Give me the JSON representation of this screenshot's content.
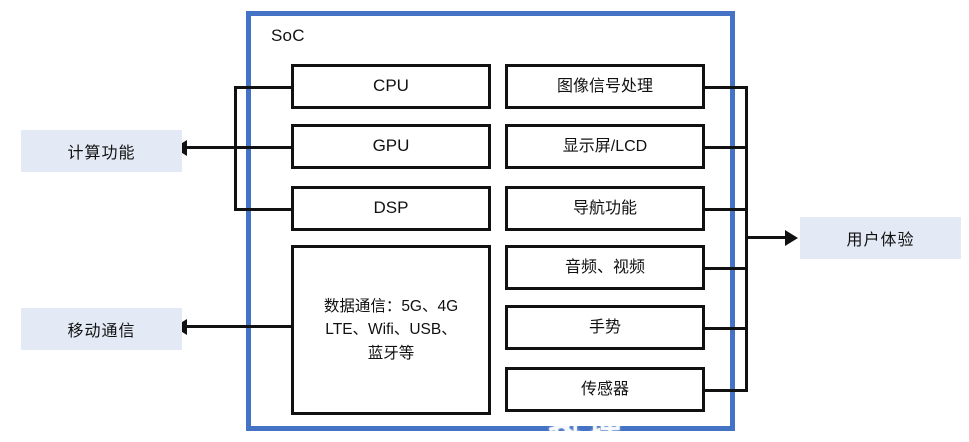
{
  "diagram": {
    "title": "SoC",
    "soc_label": "SoC",
    "accent_color": "#4472C4",
    "label_bg_color": "#E3EAF5",
    "line_color": "#111111",
    "compute_modules": [
      {
        "label": "CPU",
        "script": "latin"
      },
      {
        "label": "GPU",
        "script": "latin"
      },
      {
        "label": "DSP",
        "script": "latin"
      }
    ],
    "comms_module": {
      "lines": [
        "数据通信：5G、4G",
        "LTE、Wifi、USB、",
        "蓝牙等"
      ]
    },
    "experience_modules": [
      {
        "label": "图像信号处理"
      },
      {
        "label": "显示屏/LCD"
      },
      {
        "label": "导航功能"
      },
      {
        "label": "音频、视频"
      },
      {
        "label": "手势"
      },
      {
        "label": "传感器"
      }
    ],
    "side_labels": {
      "compute": "计算功能",
      "mobile": "移动通信",
      "experience": "用户体验"
    },
    "watermark": "热搜"
  }
}
